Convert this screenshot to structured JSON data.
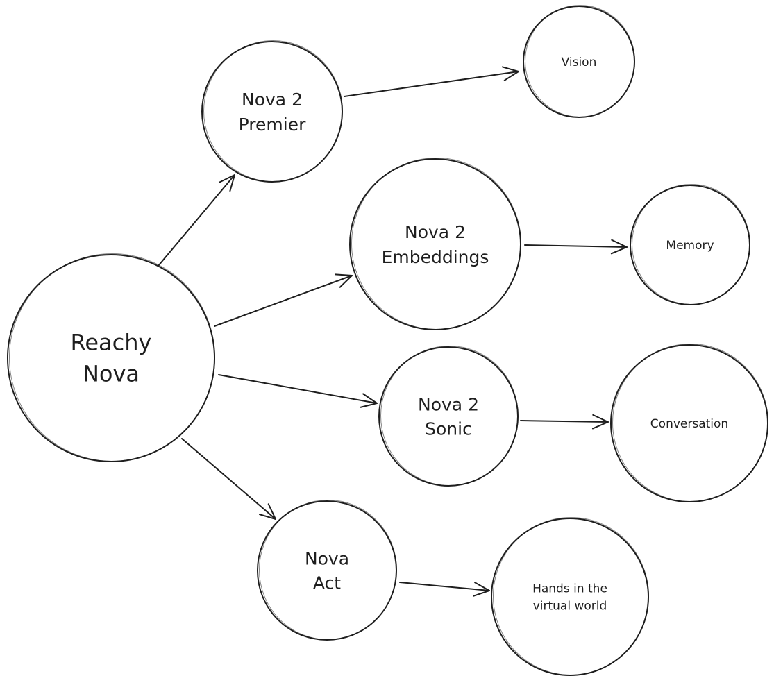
{
  "nodes": [
    {
      "id": "reachy-nova",
      "lines": [
        "Reachy",
        "Nova"
      ]
    },
    {
      "id": "nova-2-premier",
      "lines": [
        "Nova 2",
        "Premier"
      ]
    },
    {
      "id": "nova-2-embeddings",
      "lines": [
        "Nova 2",
        "Embeddings"
      ]
    },
    {
      "id": "nova-2-sonic",
      "lines": [
        "Nova 2",
        "Sonic"
      ]
    },
    {
      "id": "nova-act",
      "lines": [
        "Nova",
        "Act"
      ]
    },
    {
      "id": "vision",
      "lines": [
        "Vision"
      ]
    },
    {
      "id": "memory",
      "lines": [
        "Memory"
      ]
    },
    {
      "id": "conversation",
      "lines": [
        "Conversation"
      ]
    },
    {
      "id": "hands-in-the-virtual-world",
      "lines": [
        "Hands in the",
        "virtual world"
      ]
    }
  ],
  "edges": [
    {
      "from": "reachy-nova",
      "to": "nova-2-premier"
    },
    {
      "from": "reachy-nova",
      "to": "nova-2-embeddings"
    },
    {
      "from": "reachy-nova",
      "to": "nova-2-sonic"
    },
    {
      "from": "reachy-nova",
      "to": "nova-act"
    },
    {
      "from": "nova-2-premier",
      "to": "vision"
    },
    {
      "from": "nova-2-embeddings",
      "to": "memory"
    },
    {
      "from": "nova-2-sonic",
      "to": "conversation"
    },
    {
      "from": "nova-act",
      "to": "hands-in-the-virtual-world"
    }
  ]
}
